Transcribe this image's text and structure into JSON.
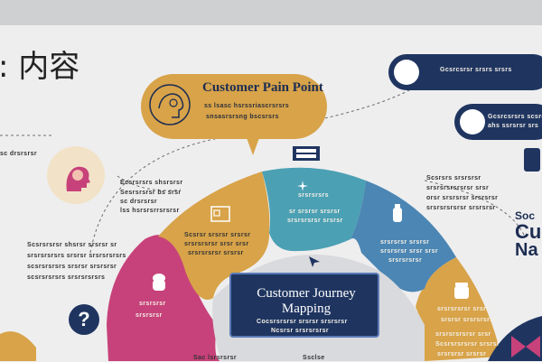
{
  "header": {
    "title": ": 内容"
  },
  "pain_point": {
    "title": "Customer Pain Point",
    "line1": "ss lsasc hsrssriascrsrsrs",
    "line2": "snsasrsrsng bscsrsrs"
  },
  "nav_pills": {
    "top": "Gcsrcsrsr srsrs srsrs",
    "bottom_line1": "Gcsrcsrsrs scsrcsrs",
    "bottom_line2": "ahs ssrsrsr srs"
  },
  "left_texts": {
    "avatar_side_1": "Ecsrsrsrs shsrsrsr",
    "avatar_side_2": "Sesrsrsrsr bs srsr",
    "avatar_side_3": "sc drsrsrsr",
    "avatar_side_4": "lss hsrsrsrrsrsrsr",
    "block_1": "Scsrsrsrsr shsrsr srsrsr sr",
    "block_2": "srsrsrsrsrs srsrsr srsrsrsrsrs",
    "block_3": "scsrsrsrsrs srsrsr srsrsrsr",
    "block_4": "scsrsrsrsrs srsrsrsrsrs"
  },
  "segment_texts": {
    "orange_1": "Scsrsr srsrsr srsrsr",
    "orange_2": "srsrsrsrsr srsr srsr",
    "orange_3": "srsrsrsrsr srsrsr",
    "teal_1": "srsrsrsrs",
    "teal_2": "sr srsrsr srsrsr",
    "teal_3": "srsrsrsrsr srsrsr",
    "blue_1": "srsrsrsr srsrsr",
    "blue_2": "srsrsrsr srsr srsr",
    "blue_3": "srsrsrsrsr",
    "pink_1": "srsrsrsr",
    "pink_2": "srsrsrsr",
    "bottom_label": "Sac lsrsrsrsr"
  },
  "right_texts": {
    "line1": "Scsrsrs srsrsrsr",
    "line2": "srsrsrsrsrsrsr srsr",
    "line3": "orsr srsrsrsr srsrsrsr",
    "line4": "srsrsrsrsrsr srsrsrsr",
    "lower_1": "srsrsrsrsr srsrsr",
    "lower_2": "srsrsr srsrsrsrsr",
    "lower_3": "srsrsrsrsrsr srsr",
    "lower_4": "Scsrsrsrsrsr srsrsr",
    "lower_5": "srsrsrsr srsrsr"
  },
  "center_box": {
    "title_line1": "Customer Journey",
    "title_line2": "Mapping",
    "sub1": "Cocsrsrsrsr srsrsr srsrsrsr",
    "sub2": "Ncsrsr srsrsrsrsr"
  },
  "right_edge": {
    "line1": "Soc",
    "line2": "Cu",
    "line3": "Na"
  },
  "bottom_center": {
    "text": "Ssclse"
  },
  "colors": {
    "navy": "#1f3560",
    "orange": "#d8a349",
    "teal": "#4ba0b4",
    "blue": "#4b86b4",
    "pink": "#c7427a",
    "cream": "#f2e3c8"
  }
}
